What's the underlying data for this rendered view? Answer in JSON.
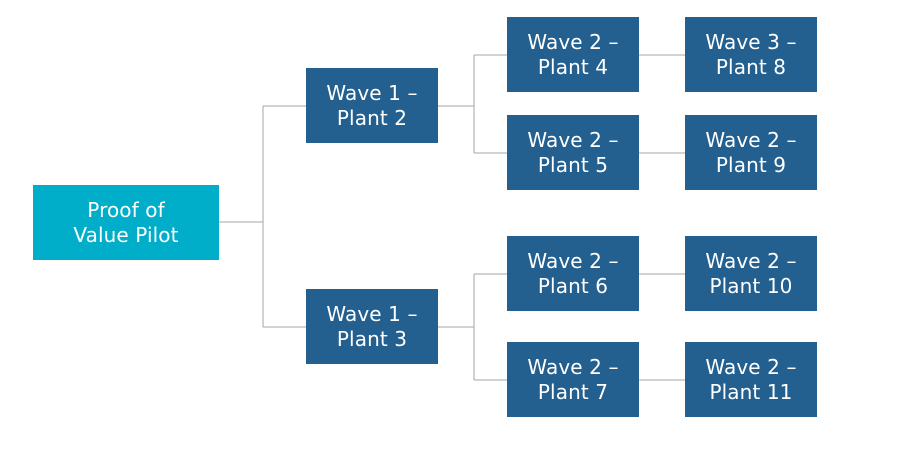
{
  "diagram": {
    "colors": {
      "root_fill": "#00aec9",
      "node_fill": "#23608f",
      "connector": "#a6a6a6",
      "text": "#ffffff"
    },
    "root": {
      "line1": "Proof of",
      "line2": "Value Pilot"
    },
    "wave1": [
      {
        "line1": "Wave 1 –",
        "line2": "Plant 2"
      },
      {
        "line1": "Wave 1 –",
        "line2": "Plant 3"
      }
    ],
    "wave2": [
      {
        "line1": "Wave 2 –",
        "line2": "Plant 4"
      },
      {
        "line1": "Wave 2 –",
        "line2": "Plant 5"
      },
      {
        "line1": "Wave 2 –",
        "line2": "Plant 6"
      },
      {
        "line1": "Wave 2 –",
        "line2": "Plant 7"
      }
    ],
    "leaves": [
      {
        "line1": "Wave 3 –",
        "line2": "Plant 8"
      },
      {
        "line1": "Wave 2 –",
        "line2": "Plant 9"
      },
      {
        "line1": "Wave 2 –",
        "line2": "Plant 10"
      },
      {
        "line1": "Wave 2 –",
        "line2": "Plant 11"
      }
    ]
  }
}
